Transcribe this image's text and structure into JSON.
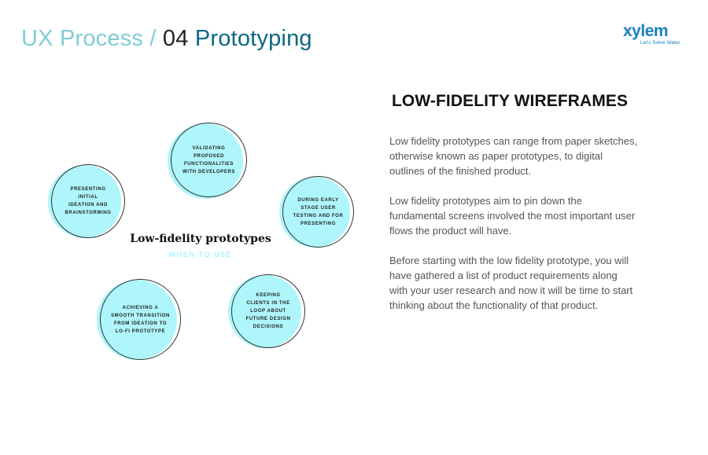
{
  "header": {
    "section": "UX Process /",
    "number": "04",
    "title": "Prototyping"
  },
  "logo": {
    "word": "xylem",
    "tagline": "Let's Solve Water"
  },
  "colors": {
    "accent_light": "#7fcdd4",
    "accent_dark": "#0d6784",
    "circle_fill": "#aef6fb",
    "brand_blue": "#1a7fc1"
  },
  "diagram": {
    "title": "Low-fidelity prototypes",
    "subtitle": "WHEN TO USE",
    "items": [
      {
        "label": "PRESENTING\nINITIAL\nIDEATION AND\nBRAINSTORMING"
      },
      {
        "label": "VALIDATING\nPROPOSED\nFUNCTIONALITIES\nWITH DEVELOPERS"
      },
      {
        "label": "DURING EARLY\nSTAGE USER\nTESTING AND FOR\nPRESENTING"
      },
      {
        "label": "ACHIEVING A\nSMOOTH TRANSITION\nFROM IDEATION TO\nLO-FI PROTOTYPE"
      },
      {
        "label": "KEEPING\nCLIENTS IN THE\nLOOP ABOUT\nFUTURE DESIGN\nDECISIONS"
      }
    ]
  },
  "content": {
    "heading": "LOW-FIDELITY WIREFRAMES",
    "paragraphs": [
      "Low fidelity prototypes can range from paper sketches,\notherwise known as paper prototypes, to digital\noutlines of the finished product.",
      "Low fidelity prototypes aim to pin down the\nfundamental screens involved the most important user\nflows the product will have.",
      "Before starting with the low fidelity prototype, you will\nhave gathered a list of product requirements along\nwith your user research and now it will be time to start\nthinking about the functionality of that product."
    ]
  }
}
